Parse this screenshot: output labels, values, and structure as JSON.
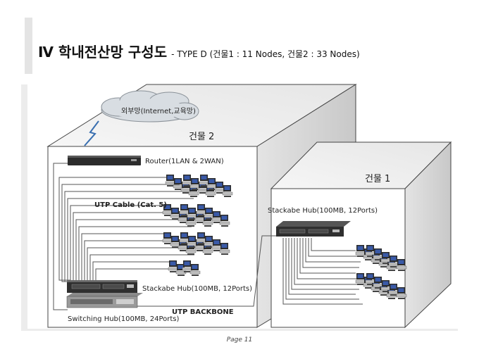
{
  "title": {
    "main": "Ⅳ 학내전산망 구성도",
    "sub": "- TYPE D (건물1 : 11 Nodes, 건물2 : 33 Nodes)"
  },
  "diagram": {
    "cloud_label": "외부망(Internet,교육망)",
    "building2_label": "건물 2",
    "building1_label": "건물 1",
    "router_label": "Router(1LAN & 2WAN)",
    "cable_label": "UTP Cable (Cat. 5)",
    "stack_hub_b2_label": "Stackabe Hub(100MB, 12Ports)",
    "stack_hub_b1_label": "Stackabe Hub(100MB, 12Ports)",
    "switch_hub_label": "Switching Hub(100MB, 24Ports)",
    "backbone_label": "UTP BACKBONE"
  },
  "footer": {
    "page": "Page 11"
  },
  "colors": {
    "cloud": "#d8dde2",
    "box_side": "#dcdcdc",
    "device": "#2c2c2c",
    "monitor": "#3a5aa8"
  }
}
